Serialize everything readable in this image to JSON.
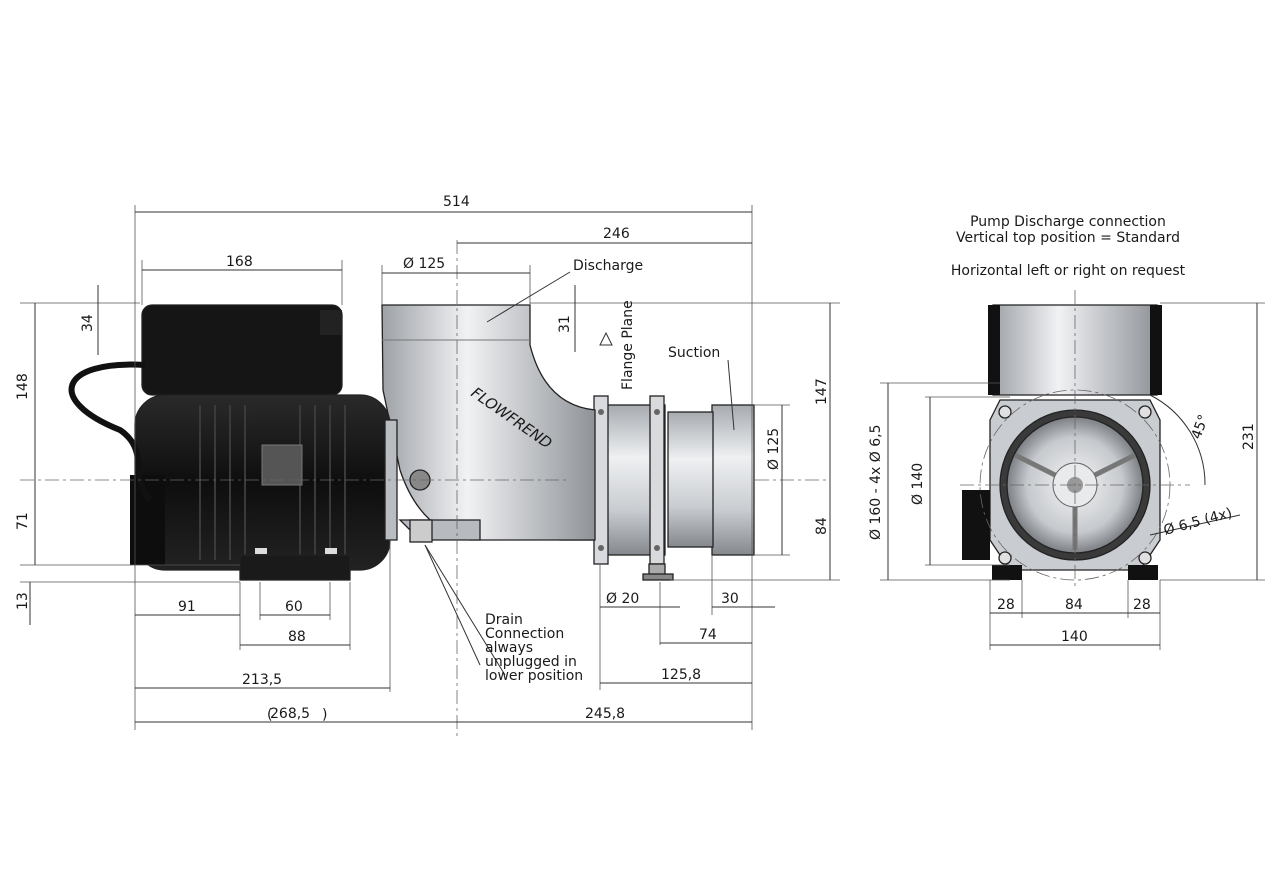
{
  "side_view": {
    "dims": {
      "overall_length": "514",
      "pump_length": "246",
      "motor_box_length": "168",
      "discharge_diameter": "Ø 125",
      "box_height": "34",
      "flange_offset": "31",
      "motor_height": "148",
      "shaft_height": "71",
      "foot_height": "13",
      "total_height": "147",
      "suction_diameter": "Ø 125",
      "suction_center": "84",
      "foot_offset": "91",
      "foot_hole_spacing": "60",
      "foot_width": "88",
      "motor_to_shaft": "213,5",
      "ref_length": "268,5",
      "pump_to_end": "245,8",
      "suction_length": "30",
      "drain_diameter": "Ø 20",
      "flange_to_end": "74",
      "flange_distance": "125,8"
    },
    "labels": {
      "discharge": "Discharge",
      "suction": "Suction",
      "flange_plane": "Flange Plane",
      "drain_note": [
        "Drain",
        "Connection",
        "always",
        "unplugged in",
        "lower position"
      ],
      "brand": "FLOWFREND"
    }
  },
  "front_view": {
    "notes": [
      "Pump Discharge connection",
      "Vertical top position = Standard",
      "Horizontal left or right on request"
    ],
    "dims": {
      "bolt_circle": "Ø 160 - 4x Ø 6,5",
      "flange_diameter": "Ø 140",
      "overall_height": "231",
      "angle": "45°",
      "hole_diameter": "Ø 6,5 (4x)",
      "foot_left": "28",
      "foot_center": "84",
      "foot_right": "28",
      "foot_total": "140"
    }
  },
  "colors": {
    "line": "#333333",
    "motor": "#151515",
    "metal_light": "#e6e8ea",
    "metal_dark": "#8e9297"
  }
}
